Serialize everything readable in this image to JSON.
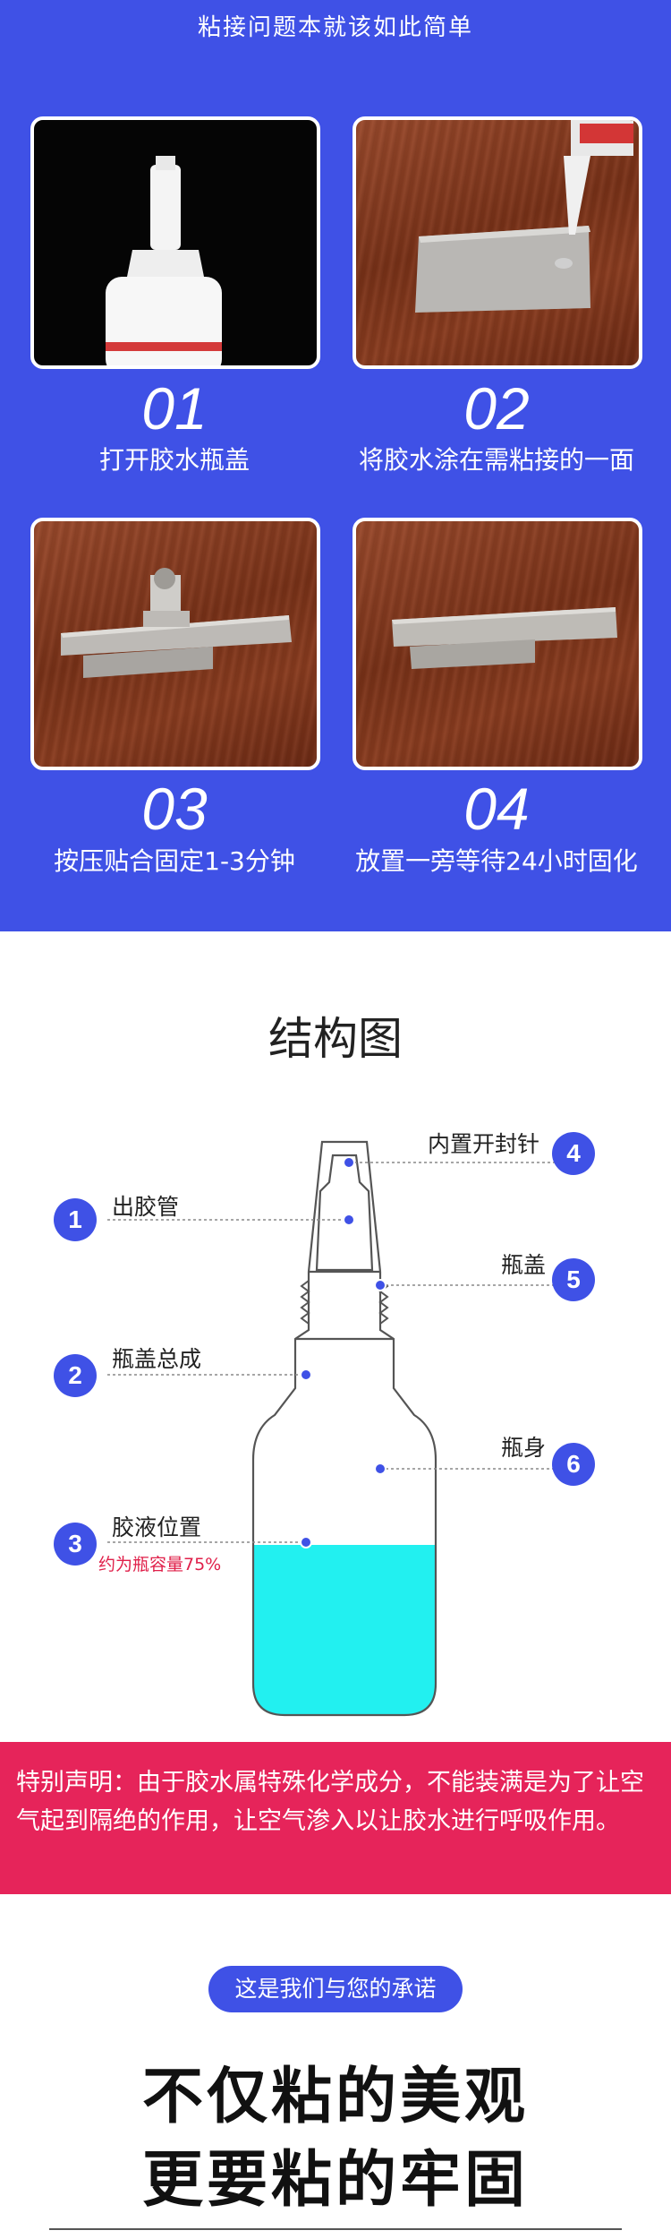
{
  "steps": {
    "title": "粘接问题本就该如此简单",
    "items": [
      {
        "num": "01",
        "label": "打开胶水瓶盖"
      },
      {
        "num": "02",
        "label": "将胶水涂在需粘接的一面"
      },
      {
        "num": "03",
        "label": "按压贴合固定1-3分钟"
      },
      {
        "num": "04",
        "label": "放置一旁等待24小时固化"
      }
    ]
  },
  "structure": {
    "title": "结构图",
    "callouts": [
      {
        "num": "1",
        "label": "出胶管"
      },
      {
        "num": "2",
        "label": "瓶盖总成"
      },
      {
        "num": "3",
        "label": "胶液位置",
        "sub": "约为瓶容量75%"
      },
      {
        "num": "4",
        "label": "内置开封针"
      },
      {
        "num": "5",
        "label": "瓶盖"
      },
      {
        "num": "6",
        "label": "瓶身"
      }
    ],
    "colors": {
      "accent": "#3f51e6",
      "liquid": "#22f0f0",
      "sub": "#e0204a"
    }
  },
  "notice": {
    "text": "特别声明：由于胶水属特殊化学成分，不能装满是为了让空气起到隔绝的作用，让空气渗入以让胶水进行呼吸作用。"
  },
  "promise": {
    "pill": "这是我们与您的承诺",
    "line1": "不仅粘的美观",
    "line2": "更要粘的牢固"
  }
}
